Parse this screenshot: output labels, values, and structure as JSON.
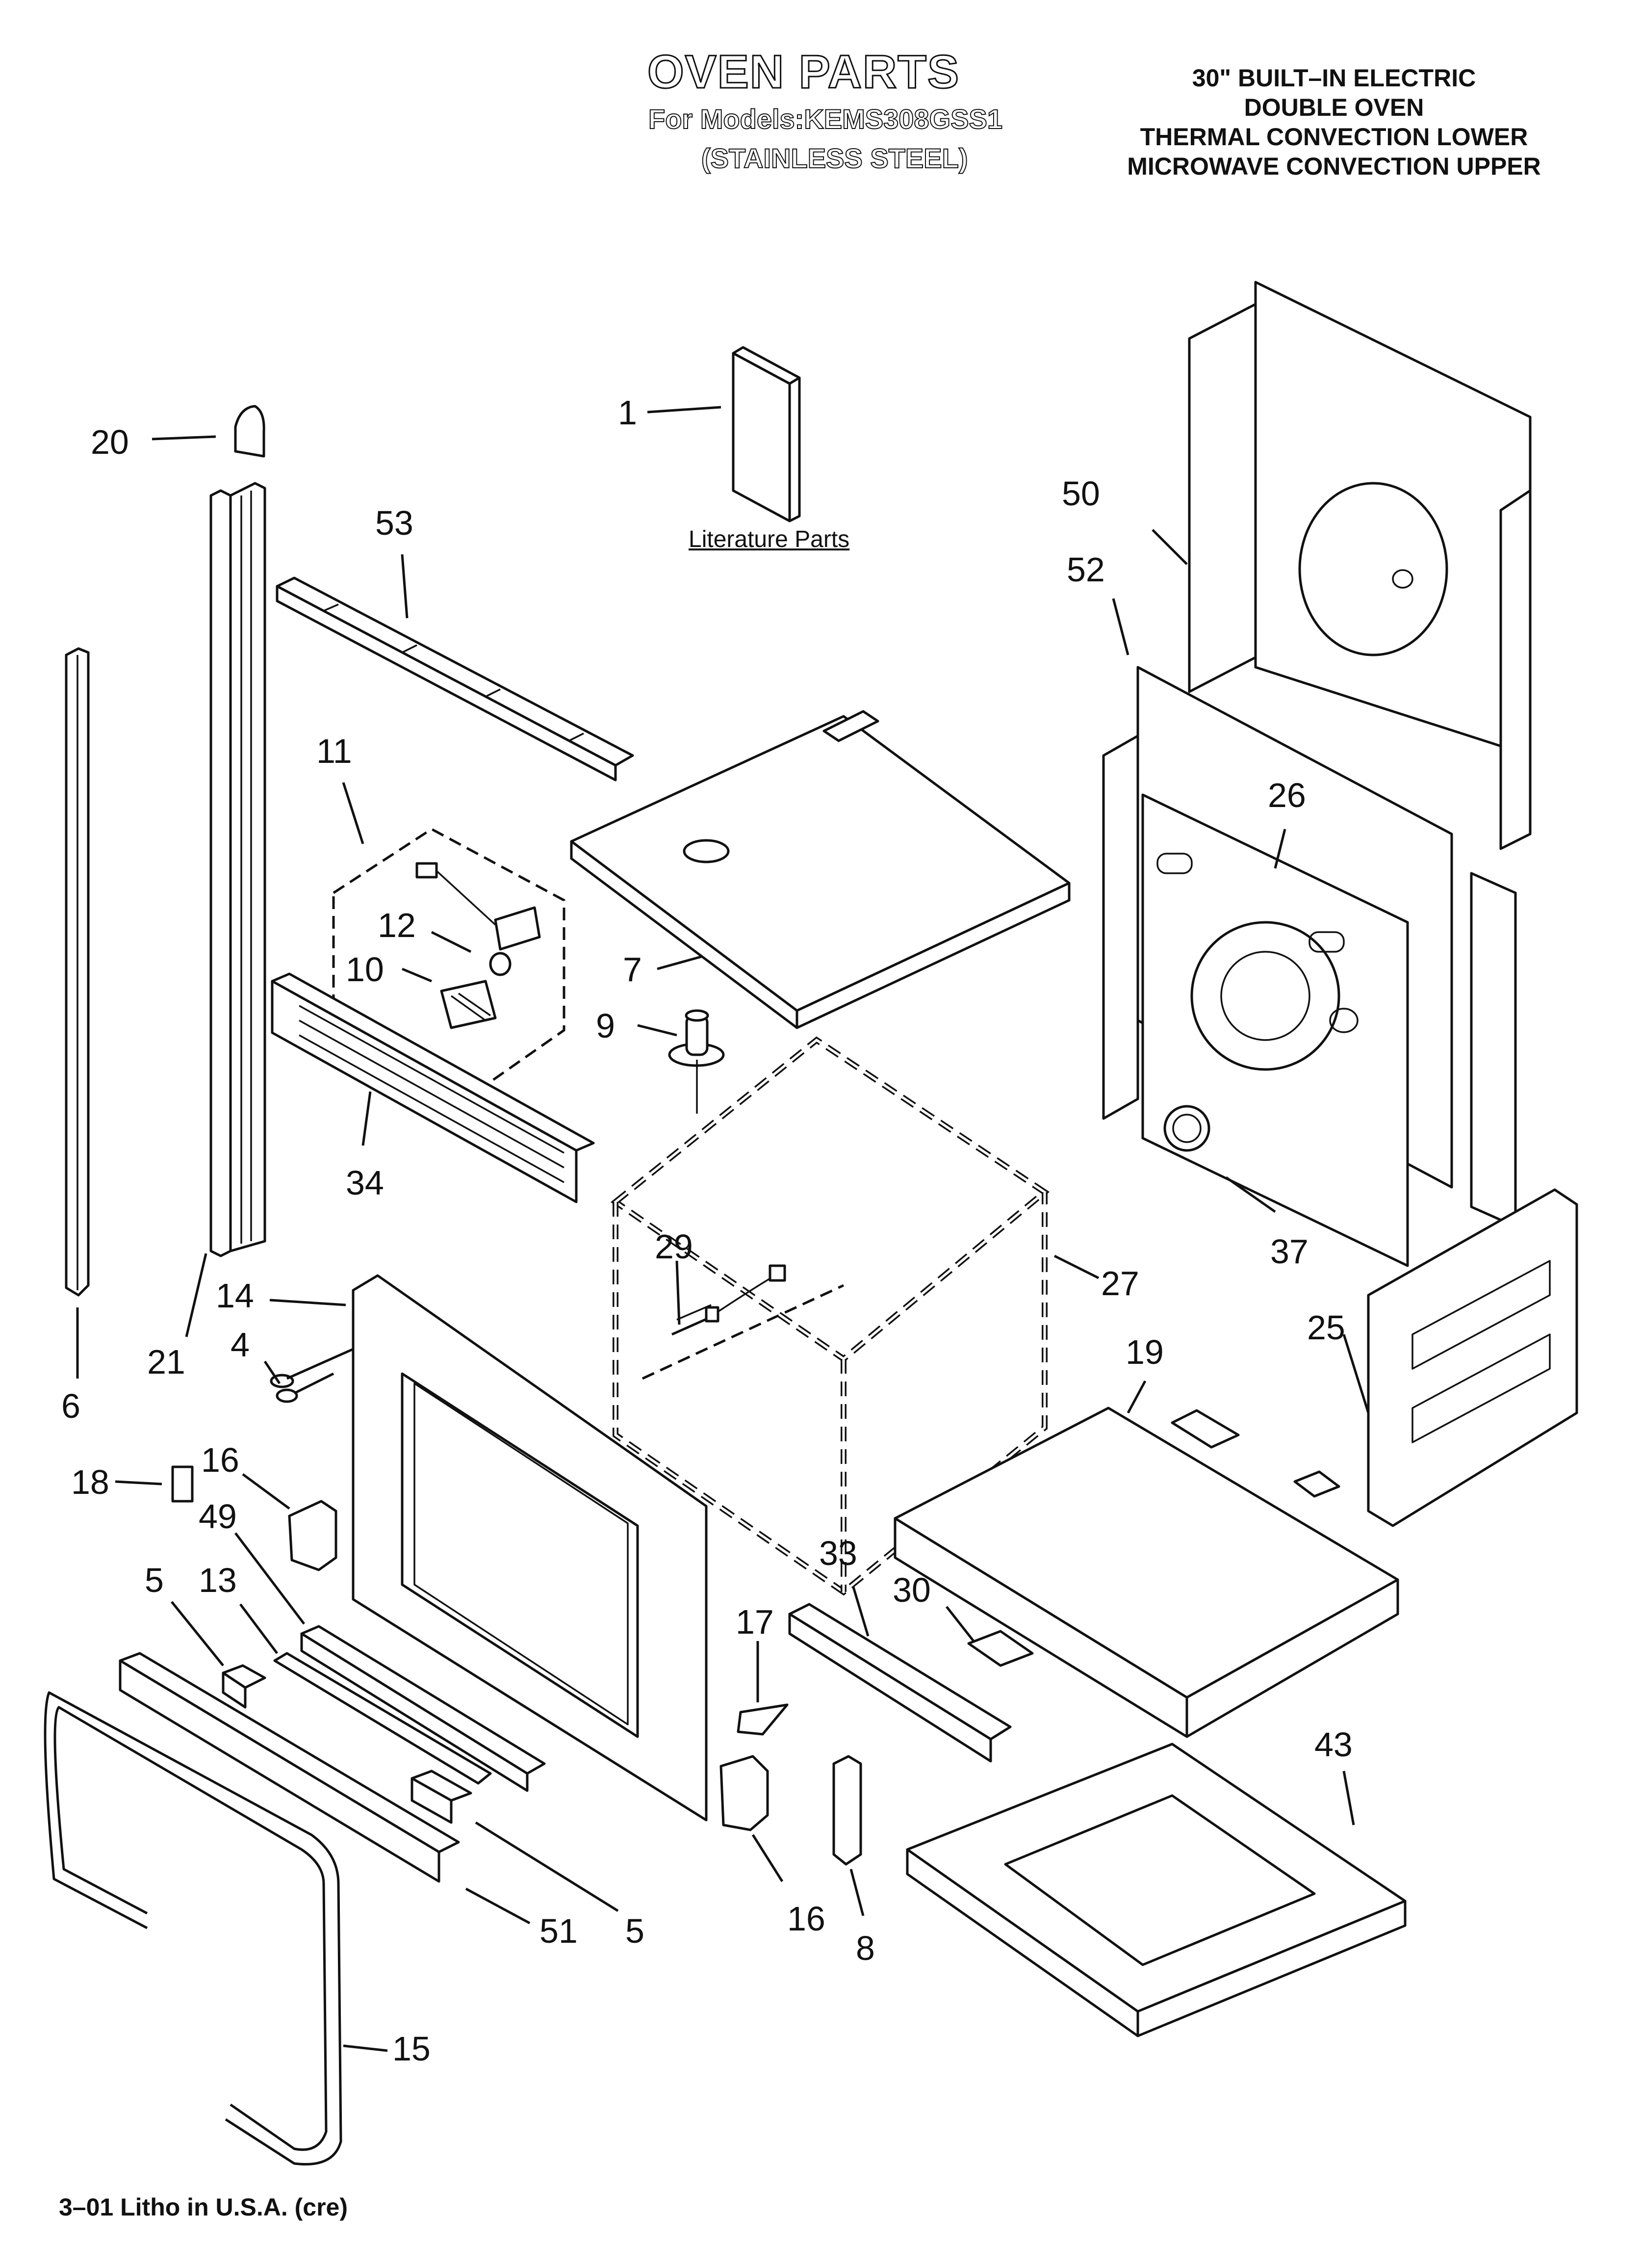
{
  "header": {
    "title": "OVEN PARTS",
    "model_line": "For Models:KEMS308GSS1",
    "finish_line": "(STAINLESS STEEL)",
    "spec_lines": [
      "30\" BUILT–IN ELECTRIC",
      "DOUBLE OVEN",
      "THERMAL CONVECTION LOWER",
      "MICROWAVE CONVECTION UPPER"
    ]
  },
  "literature_label": "Literature Parts",
  "footer": "3–01 Litho in U.S.A. (cre)",
  "callouts": [
    {
      "id": "c1",
      "label": "1"
    },
    {
      "id": "c20",
      "label": "20"
    },
    {
      "id": "c53",
      "label": "53"
    },
    {
      "id": "c50",
      "label": "50"
    },
    {
      "id": "c52",
      "label": "52"
    },
    {
      "id": "c26",
      "label": "26"
    },
    {
      "id": "c11",
      "label": "11"
    },
    {
      "id": "c12",
      "label": "12"
    },
    {
      "id": "c10",
      "label": "10"
    },
    {
      "id": "c7",
      "label": "7"
    },
    {
      "id": "c9",
      "label": "9"
    },
    {
      "id": "c34",
      "label": "34"
    },
    {
      "id": "c37",
      "label": "37"
    },
    {
      "id": "c29",
      "label": "29"
    },
    {
      "id": "c27",
      "label": "27"
    },
    {
      "id": "c14",
      "label": "14"
    },
    {
      "id": "c21",
      "label": "21"
    },
    {
      "id": "c4",
      "label": "4"
    },
    {
      "id": "c25",
      "label": "25"
    },
    {
      "id": "c19",
      "label": "19"
    },
    {
      "id": "c6",
      "label": "6"
    },
    {
      "id": "c18",
      "label": "18"
    },
    {
      "id": "c16a",
      "label": "16"
    },
    {
      "id": "c49",
      "label": "49"
    },
    {
      "id": "c33",
      "label": "33"
    },
    {
      "id": "c30",
      "label": "30"
    },
    {
      "id": "c5a",
      "label": "5"
    },
    {
      "id": "c13",
      "label": "13"
    },
    {
      "id": "c17",
      "label": "17"
    },
    {
      "id": "c43",
      "label": "43"
    },
    {
      "id": "c51",
      "label": "51"
    },
    {
      "id": "c5b",
      "label": "5"
    },
    {
      "id": "c16b",
      "label": "16"
    },
    {
      "id": "c8",
      "label": "8"
    },
    {
      "id": "c15",
      "label": "15"
    }
  ]
}
